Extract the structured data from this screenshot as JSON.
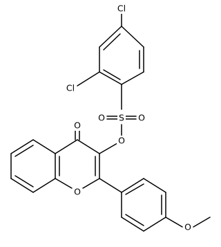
{
  "molecule": {
    "atom_labels": {
      "cl_top": "Cl",
      "cl_left": "Cl",
      "sulfur": "S",
      "sulfonyl_oxygen_left": "O",
      "sulfonyl_oxygen_right": "O",
      "ester_oxygen": "O",
      "carbonyl_oxygen": "O",
      "ring_oxygen": "O",
      "methoxy_oxygen": "O"
    }
  }
}
